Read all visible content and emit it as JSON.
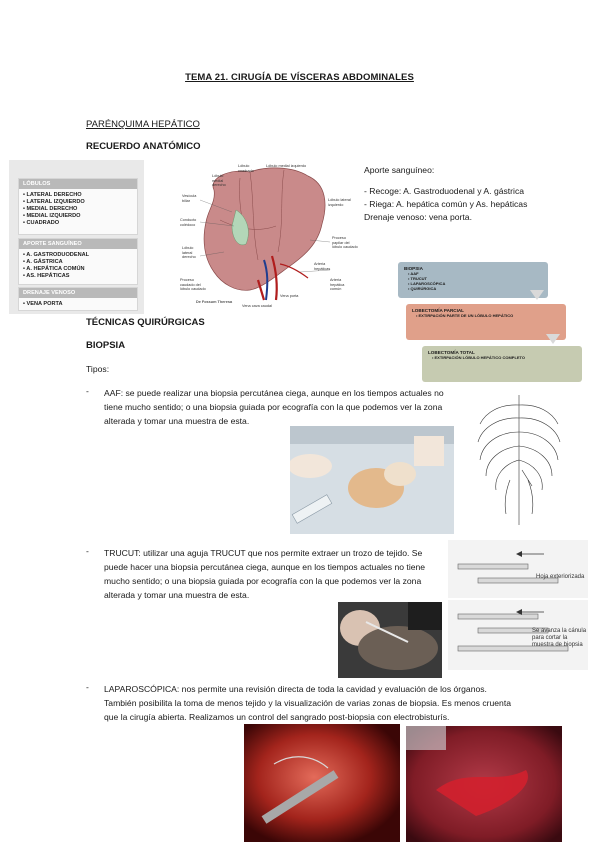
{
  "title": "TEMA 21. CIRUGÍA DE VÍSCERAS ABDOMINALES",
  "section": "PARÉNQUIMA HEPÁTICO",
  "subtitle_recall": "RECUERDO ANATÓMICO",
  "table": {
    "lobulos_title": "LÓBULOS",
    "lobulos": [
      "• LATERAL DERECHO",
      "• LATERAL IZQUIERDO",
      "• MEDIAL DERECHO",
      "• MEDIAL IZQUIERDO",
      "• CUADRADO"
    ],
    "aporte_title": "APORTE SANGUÍNEO",
    "aporte": [
      "• A. GASTRODUODENAL",
      "• A. GÁSTRICA",
      "• A. HEPÁTICA COMÚN",
      "• AS. HEPÁTICAS"
    ],
    "drenaje_title": "DRENAJE VENOSO",
    "drenaje": [
      "• VENA PORTA"
    ]
  },
  "liver_labels": {
    "l1": "Lóbulo cuadrado",
    "l2": "Lóbulo medial izquierdo",
    "l3": "Lóbulo medial derecho",
    "l4": "Vesícula biliar",
    "l5": "Conducto colédoco",
    "l6": "Lóbulo lateral izquierdo",
    "l7": "Lóbulo lateral derecho",
    "l8": "Proceso papilar del lóbulo caudado",
    "l9": "Arteria hepáticas",
    "l10": "Proceso caudado del lóbulo caudado",
    "l11": "Arteria hepática común",
    "l12": "Vena porta",
    "l13": "Vena cava caudal",
    "l14": "De Fossum Theresa"
  },
  "right_text": {
    "aporte": "Aporte sanguíneo:",
    "recoge": "- Recoge: A. Gastroduodenal  y A. gástrica",
    "riega": "- Riega: A. hepática común y As. hepáticas",
    "drenaje": "Drenaje venoso: vena porta."
  },
  "flow": {
    "b1_title": "BIOPSIA",
    "b1_items": [
      "• AAF",
      "• TRUCUT",
      "• LAPAROSCÓPICA",
      "• QUIRÚRGICA"
    ],
    "b2_title": "LOBECTOMÍA PARCIAL",
    "b2_items": [
      "• EXTIRPACIÓN PARTE DE UN LÓBULO HEPÁTICO"
    ],
    "b3_title": "LOBECTOMÍA TOTAL",
    "b3_items": [
      "• EXTIRPACIÓN LÓBULO HEPÁTICO COMPLETO"
    ]
  },
  "techniques": "TÉCNICAS QUIRÚRGICAS",
  "biopsia": "BIOPSIA",
  "tipos": "Tipos:",
  "aaf": "AAF: se puede realizar una biopsia percutánea ciega, aunque en los tiempos actuales no tiene mucho sentido; o una biopsia guiada por ecografía con la que podemos ver la zona alterada y tomar una muestra de esta.",
  "trucut": "TRUCUT: utilizar una aguja TRUCUT que nos permite extraer un trozo de tejido. Se puede hacer una biopsia percutánea ciega, aunque en los tiempos actuales no tiene mucho sentido; o una biopsia guiada por ecografía con la que podemos ver la zona alterada y tomar una muestra de esta.",
  "laparo": "LAPAROSCÓPICA: nos permite una revisión directa de toda la cavidad y evaluación de los órganos. También posibilita la toma de menos tejido y la visualización de varias zonas de biopsia. Es menos cruenta que la cirugía abierta. Realizamos un control del sangrado post-biopsia con electrobisturís.",
  "needle_labels": {
    "hoja": "Hoja exteriorizada",
    "canula": "Se avanza la cánula para cortar la muestra de biopsia"
  },
  "dash": "-",
  "colors": {
    "flow1": "#a7b9c4",
    "flow2": "#e0a08a",
    "flow3": "#c6cbb1"
  }
}
